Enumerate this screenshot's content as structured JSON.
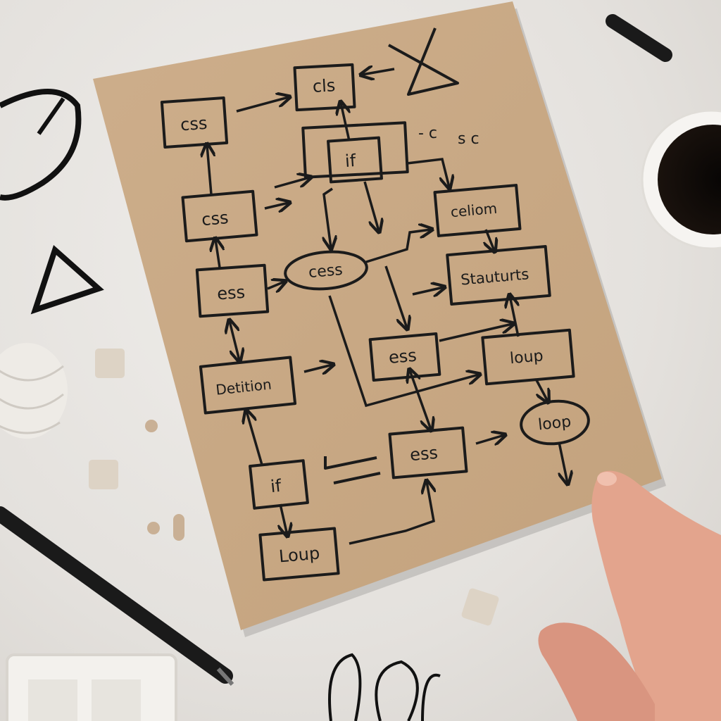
{
  "labels": {
    "cls": "cls",
    "css_top": "css",
    "if_top": "if",
    "css_mid": "css",
    "celiom": "celiom",
    "ess_left": "ess",
    "cess_oval": "cess",
    "stauturts": "Stauturts",
    "ess_center": "ess",
    "loup_right": "loup",
    "detition": "Detition",
    "ess_lower": "ess",
    "loop_oval": "loop",
    "if_bottom": "if",
    "loup_bottom": "Loup",
    "scribble_c": "- c",
    "scribble_sc": "s c"
  },
  "colors": {
    "paper": "#c9aa86",
    "ink": "#1b1b1b",
    "desk": "#e6e3df",
    "coffee": "#0e0b09",
    "skin": "#e3a48d"
  }
}
